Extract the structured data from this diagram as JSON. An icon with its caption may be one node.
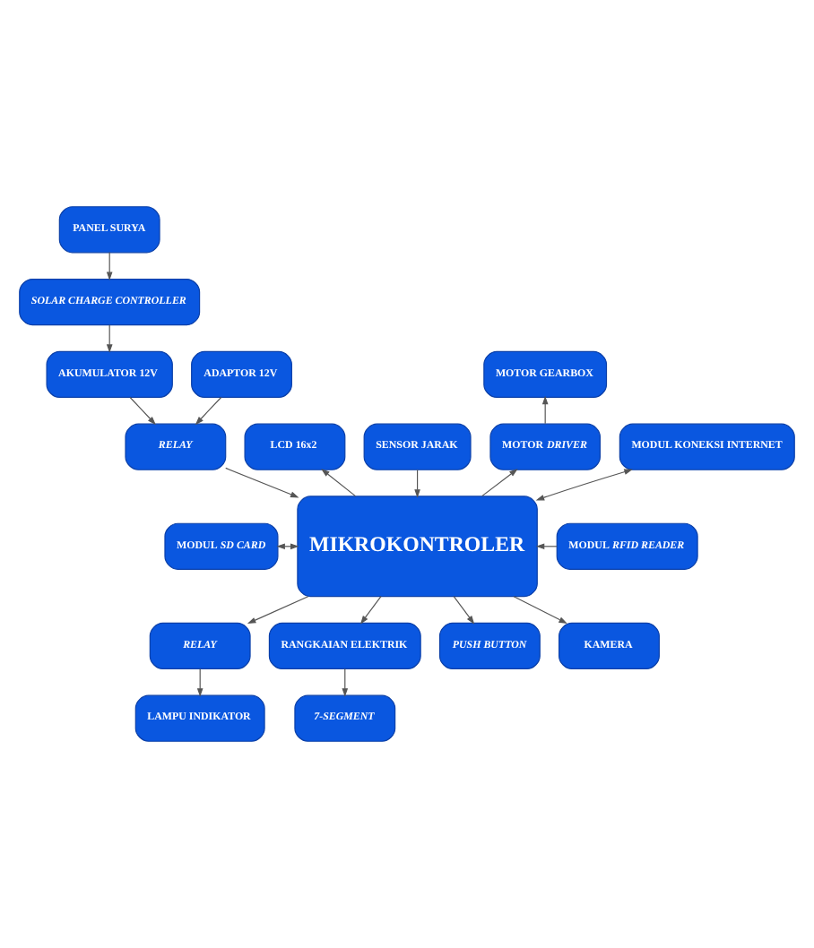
{
  "diagram": {
    "nodes": [
      {
        "text": [
          "PANEL SURYA"
        ]
      },
      {
        "text": [
          "SOLAR CHARGE CONTROLLER"
        ]
      },
      {
        "text": [
          "ADAPTOR 12V"
        ]
      },
      {
        "text": [
          "AKUMULATOR 12V"
        ]
      },
      {
        "text": [
          "MOTOR GEARBOX"
        ]
      },
      {
        "text": [
          "LCD 16x2"
        ]
      },
      {
        "text": [
          "RELAY"
        ]
      },
      {
        "text": [
          "SENSOR JARAK"
        ]
      },
      {
        "text": [
          "MOTOR *DRIVER*"
        ]
      },
      {
        "text": [
          "MODUL KONEKSI INTERNET"
        ]
      },
      {
        "text": [
          "MIKROKONTROLER"
        ]
      },
      {
        "text": [
          "MODUL *SD CARD*"
        ]
      },
      {
        "text": [
          "MODUL *RFID READER*"
        ]
      },
      {
        "text": [
          "RELAY"
        ]
      },
      {
        "text": [
          "RANGKAIAN ELEKTRIK"
        ]
      },
      {
        "text": [
          "PUSH BUTTON"
        ]
      },
      {
        "text": [
          "KAMERA"
        ]
      },
      {
        "text": [
          "LAMPU INDIKATOR"
        ]
      },
      {
        "text": [
          "7-SEGMENT"
        ]
      }
    ],
    "edges": [
      {
        "from": 0,
        "to": 1,
        "arrow": "to"
      },
      {
        "from": 1,
        "to": 3,
        "arrow": "to"
      },
      {
        "from": 2,
        "to": 6,
        "arrow": "to"
      },
      {
        "from": 3,
        "to": 6,
        "arrow": "to"
      },
      {
        "from": 8,
        "to": 4,
        "arrow": "to"
      },
      {
        "from": 10,
        "to": 5,
        "arrow": "to"
      },
      {
        "from": 6,
        "to": 10,
        "arrow": "to"
      },
      {
        "from": 7,
        "to": 10,
        "arrow": "to"
      },
      {
        "from": 10,
        "to": 8,
        "arrow": "to"
      },
      {
        "from": 9,
        "to": 10,
        "arrow": "both"
      },
      {
        "from": 11,
        "to": 10,
        "arrow": "both"
      },
      {
        "from": 12,
        "to": 10,
        "arrow": "to"
      },
      {
        "from": 10,
        "to": 13,
        "arrow": "to"
      },
      {
        "from": 10,
        "to": 14,
        "arrow": "to"
      },
      {
        "from": 10,
        "to": 15,
        "arrow": "to"
      },
      {
        "from": 10,
        "to": 16,
        "arrow": "to"
      },
      {
        "from": 13,
        "to": 17,
        "arrow": "to"
      },
      {
        "from": 14,
        "to": 18,
        "arrow": "to"
      }
    ]
  }
}
